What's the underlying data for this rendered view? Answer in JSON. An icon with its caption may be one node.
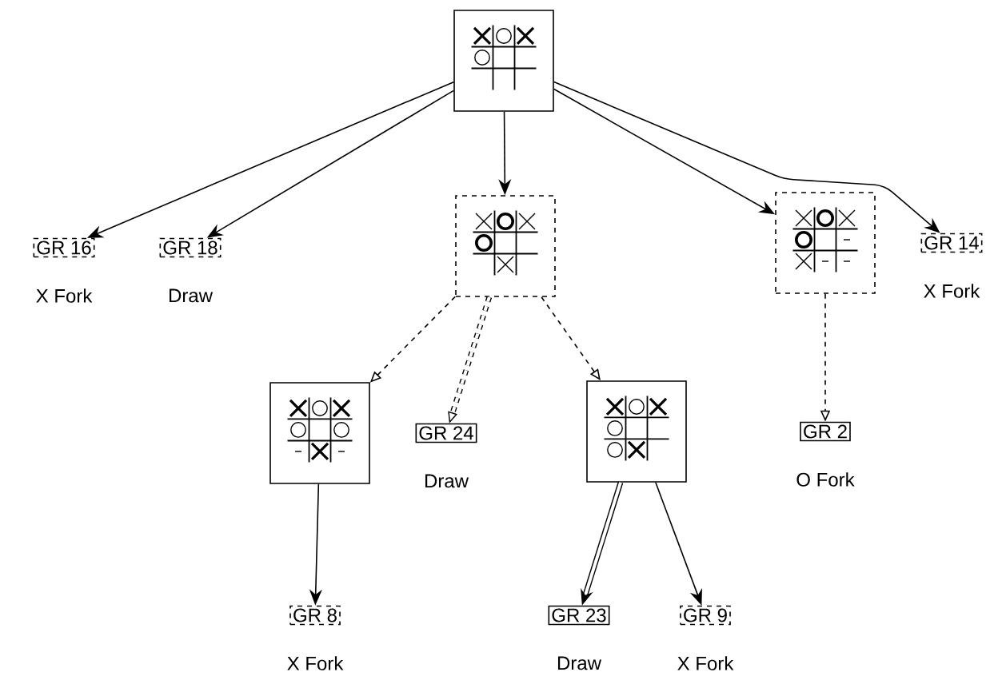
{
  "diagram": {
    "nodes": [
      {
        "text": [],
        "shape": "picture"
      },
      {
        "text": [
          "GR 16"
        ],
        "beside": [
          "X Fork"
        ]
      },
      {
        "text": [
          "GR 18"
        ],
        "beside": [
          "Draw"
        ]
      },
      {
        "text": [],
        "shape": "picture"
      },
      {
        "text": [],
        "shape": "picture"
      },
      {
        "text": [
          "GR 14"
        ],
        "beside": [
          "X Fork"
        ]
      },
      {
        "text": [],
        "shape": "picture"
      },
      {
        "text": [
          "GR 24"
        ],
        "beside": [
          "Draw"
        ]
      },
      {
        "text": [],
        "shape": "picture"
      },
      {
        "text": [
          "GR 2"
        ],
        "beside": [
          "O Fork"
        ]
      },
      {
        "text": [
          "GR 8"
        ],
        "beside": [
          "X Fork"
        ]
      },
      {
        "text": [
          "GR 23"
        ],
        "beside": [
          "Draw"
        ]
      },
      {
        "text": [
          "GR 9"
        ],
        "beside": [
          "X Fork"
        ]
      }
    ],
    "edges": [
      {
        "from": 0,
        "to": 1,
        "arrow": "to"
      },
      {
        "from": 0,
        "to": 2,
        "arrow": "to"
      },
      {
        "from": 0,
        "to": 3,
        "arrow": "to"
      },
      {
        "from": 0,
        "to": 4,
        "arrow": "to"
      },
      {
        "from": 0,
        "to": 5,
        "arrow": "to"
      },
      {
        "from": 3,
        "to": 6,
        "arrow": "to",
        "style": "dashed"
      },
      {
        "from": 3,
        "to": 7,
        "arrow": "to",
        "style": "dashed"
      },
      {
        "from": 3,
        "to": 8,
        "arrow": "to",
        "style": "dashed"
      },
      {
        "from": 4,
        "to": 9,
        "arrow": "to",
        "style": "dashed"
      },
      {
        "from": 6,
        "to": 10,
        "arrow": "to"
      },
      {
        "from": 8,
        "to": 11,
        "arrow": "to",
        "style": "thick"
      },
      {
        "from": 8,
        "to": 12,
        "arrow": "to"
      }
    ]
  }
}
